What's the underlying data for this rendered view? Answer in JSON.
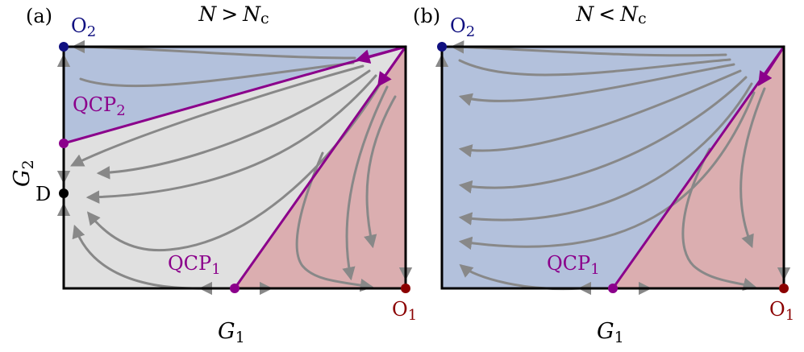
{
  "panels": [
    {
      "label": "(a)",
      "title": {
        "lhs": "N",
        "op": ">",
        "rhs_main": "N",
        "rhs_sub": "c"
      },
      "xlabel": {
        "main": "G",
        "sub": "1"
      },
      "ylabel": {
        "main": "G",
        "sub": "2"
      },
      "points": {
        "o2": {
          "main": "O",
          "sub": "2"
        },
        "o1": {
          "main": "O",
          "sub": "1"
        },
        "qcp1": {
          "main": "QCP",
          "sub": "1"
        },
        "qcp2": {
          "main": "QCP",
          "sub": "2"
        },
        "d": {
          "main": "D"
        }
      }
    },
    {
      "label": "(b)",
      "title": {
        "lhs": "N",
        "op": "<",
        "rhs_main": "N",
        "rhs_sub": "c"
      },
      "xlabel": {
        "main": "G",
        "sub": "1"
      },
      "points": {
        "o2": {
          "main": "O",
          "sub": "2"
        },
        "o1": {
          "main": "O",
          "sub": "1"
        },
        "qcp1": {
          "main": "QCP",
          "sub": "1"
        }
      }
    }
  ],
  "colors": {
    "blue_region": "#b3c1dc",
    "grey_region": "#e0e0e0",
    "red_region": "#dbaeb0",
    "separatrix": "#8b008b",
    "flow": "#888888",
    "o2": "#101080",
    "o1": "#8b0000",
    "qcp": "#8b008b",
    "d": "#000000"
  }
}
